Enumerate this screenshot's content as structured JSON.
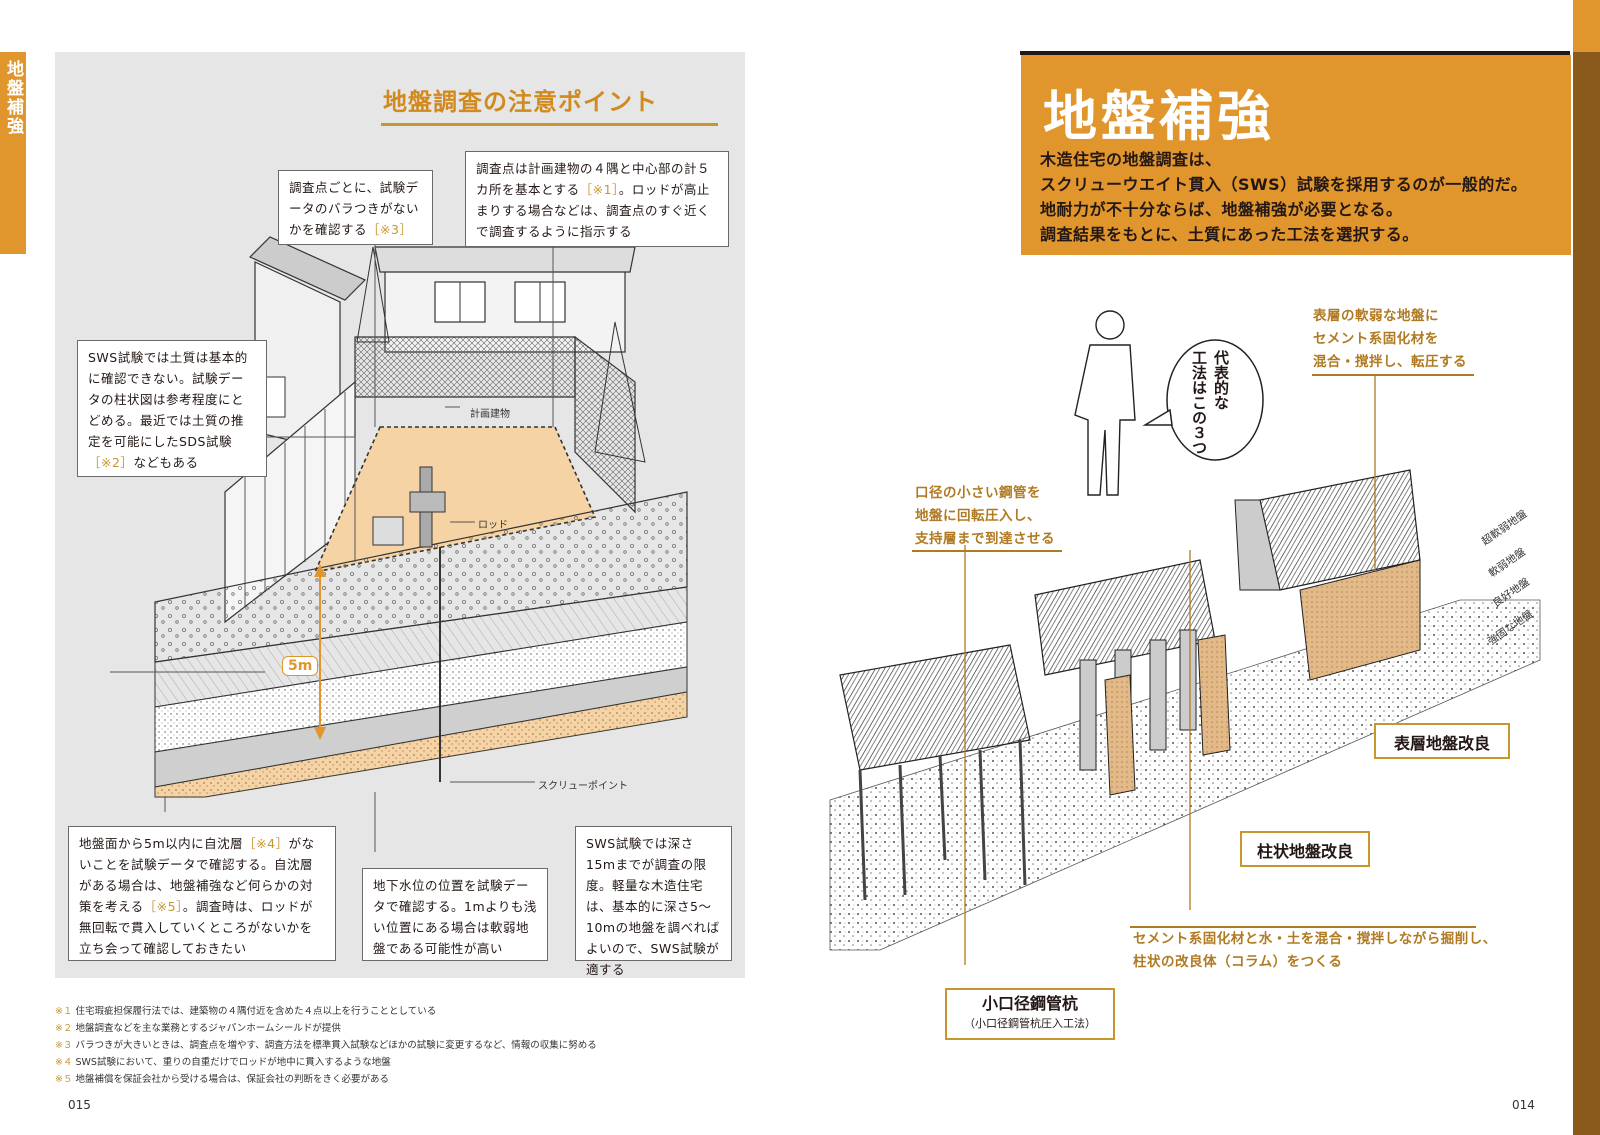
{
  "left_page": {
    "tab_label": "地盤補強",
    "section_title": "地盤調査の注意ポイント",
    "diagram_labels": {
      "planned_building": "計画建物",
      "rod": "ロッド",
      "screw_point": "スクリューポイント",
      "depth": "5m"
    },
    "callouts": {
      "data_variation": {
        "text": "調査点ごとに、試験データのバラつきがないかを確認する",
        "ref": "［※3］"
      },
      "survey_points": {
        "text1": "調査点は計画建物の４隅と中心部の計５カ所を基本とする",
        "ref": "［※1］",
        "text2": "。ロッドが高止まりする場合などは、調査点のすぐ近くで調査するように指示する"
      },
      "soil_type": {
        "text1": "SWS試験では土質は基本的に確認できない。試験データの柱状図は参考程度にとどめる。最近では土質の推定を可能にしたSDS試験",
        "ref": "［※2］",
        "text2": "などもある"
      },
      "self_settlement": {
        "text1": "地盤面から5m以内に自沈層",
        "ref1": "［※4］",
        "text2": "がないことを試験データで確認する。自沈層がある場合は、地盤補強など何らかの対策を考える",
        "ref2": "［※5］",
        "text3": "。調査時は、ロッドが無回転で貫入していくところがないかを立ち会って確認しておきたい"
      },
      "groundwater": {
        "text": "地下水位の位置を試験データで確認する。1mよりも浅い位置にある場合は軟弱地盤である可能性が高い"
      },
      "depth_limit": {
        "text": "SWS試験では深さ15mまでが調査の限度。軽量な木造住宅は、基本的に深さ5～10mの地盤を調べればよいので、SWS試験が適する"
      }
    },
    "footnotes": [
      {
        "mark": "※１",
        "text": "住宅瑕疵担保履行法では、建築物の４隅付近を含めた４点以上を行うこととしている"
      },
      {
        "mark": "※２",
        "text": "地盤調査などを主な業務とするジャパンホームシールドが提供"
      },
      {
        "mark": "※３",
        "text": "バラつきが大きいときは、調査点を増やす、調査方法を標準貫入試験などほかの試験に変更するなど、情報の収集に努める"
      },
      {
        "mark": "※４",
        "text": "SWS試験において、重りの自重だけでロッドが地中に貫入するような地盤"
      },
      {
        "mark": "※５",
        "text": "地盤補償を保証会社から受ける場合は、保証会社の判断をきく必要がある"
      }
    ],
    "page_number": "015"
  },
  "right_page": {
    "title": "地盤補強",
    "intro_lines": [
      "木造住宅の地盤調査は、",
      "スクリューウエイト貫入（SWS）試験を採用するのが一般的だ。",
      "地耐力が不十分ならば、地盤補強が必要となる。",
      "調査結果をもとに、土質にあった工法を選択する。"
    ],
    "speech_bubble": [
      "代表的な",
      "工法はこの３つ"
    ],
    "labels": {
      "surface_desc": [
        "表層の軟弱な地盤に",
        "セメント系固化材を",
        "混合・撹拌し、転圧する"
      ],
      "pipe_desc": [
        "口径の小さい鋼管を",
        "地盤に回転圧入し、",
        "支持層まで到達させる"
      ],
      "column_desc": [
        "セメント系固化材と水・土を混合・撹拌しながら掘削し、",
        "柱状の改良体（コラム）をつくる"
      ]
    },
    "method_boxes": {
      "surface": "表層地盤改良",
      "column": "柱状地盤改良",
      "pipe": "小口径鋼管杭",
      "pipe_sub": "（小口径鋼管杭圧入工法）"
    },
    "soil_layers": [
      "超軟弱地盤",
      "軟弱地盤",
      "良好地盤",
      "強固な地盤"
    ],
    "page_number": "014"
  }
}
